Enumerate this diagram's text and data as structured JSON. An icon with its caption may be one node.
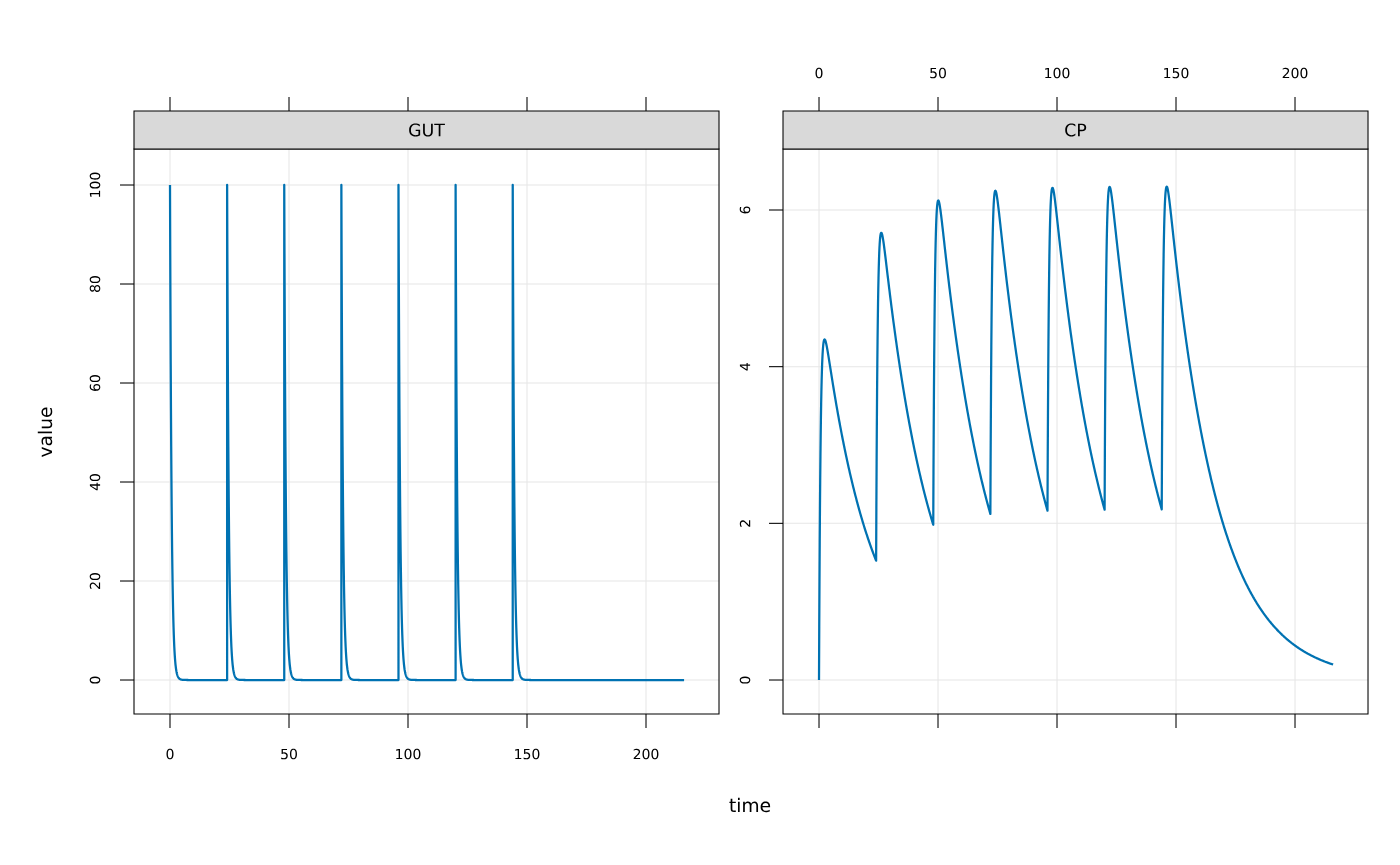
{
  "diagram": {
    "nodes": [
      {
        "text": [
          "GUT"
        ]
      },
      {
        "text": [
          "CP"
        ]
      }
    ],
    "labels": [
      "0",
      "50",
      "100",
      "150",
      "200",
      "100",
      "80",
      "60",
      "40",
      "20",
      "0",
      "6",
      "4",
      "2",
      "0",
      "value",
      "0",
      "50",
      "100",
      "150",
      "200",
      "time"
    ]
  }
}
